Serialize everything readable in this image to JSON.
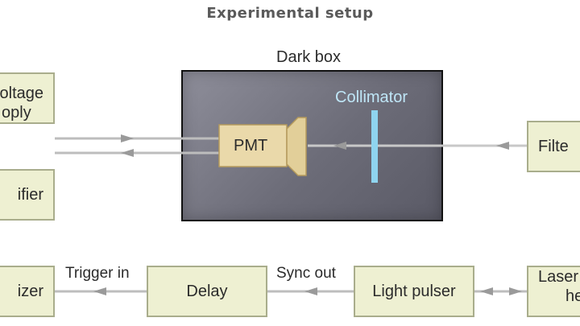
{
  "title": "Experimental setup",
  "dark_box_label": "Dark box",
  "collimator_label": "Collimator",
  "pmt_label": "PMT",
  "boxes": {
    "hv_supply_line1": "oltage",
    "hv_supply_line2": "oply",
    "amplifier": "ifier",
    "filter": "Filte",
    "digitizer": "izer",
    "delay": "Delay",
    "light_pulser": "Light pulser",
    "laser_line1": "Laser",
    "laser_line2": "he"
  },
  "signals": {
    "trigger_in": "Trigger in",
    "sync_out": "Sync out"
  },
  "colors": {
    "box_fill": "#eef0d2",
    "box_border": "#a9ad8c",
    "pmt_fill": "#ead9aa",
    "collimator": "#8fd4ef",
    "arrow": "#9a9a9a",
    "dark_box": "#6f6f7b"
  }
}
